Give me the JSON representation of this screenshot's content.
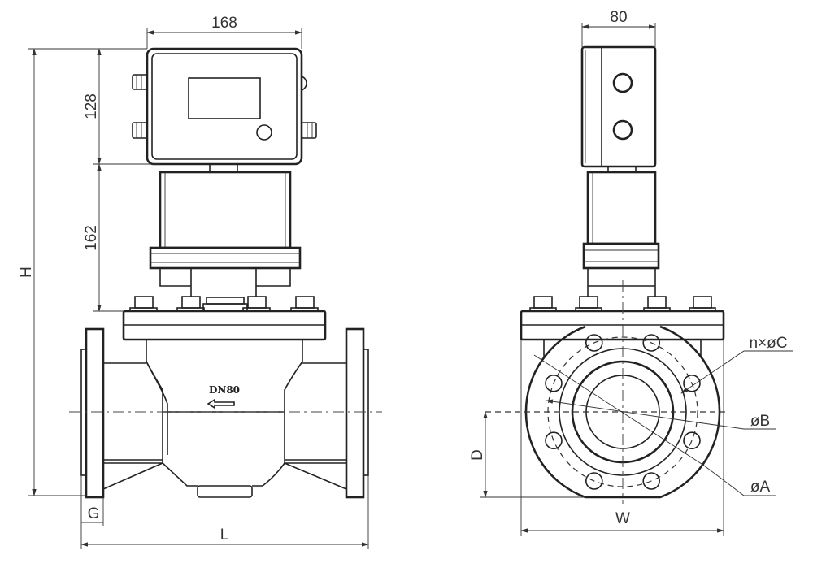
{
  "title": "Valve with electronic head - dimension drawing",
  "front_view": {
    "dim_width_head": "168",
    "dim_head_height": "128",
    "dim_bracket_height": "162",
    "dim_total_height": "H",
    "dim_flange_thickness": "G",
    "dim_length": "L",
    "body_marking": "DN80"
  },
  "side_view": {
    "dim_head_depth": "80",
    "dim_width": "W",
    "dim_center_height": "D",
    "label_bolt_holes": "n×øC",
    "label_bolt_circle": "øB",
    "label_flange_diameter": "øA"
  }
}
